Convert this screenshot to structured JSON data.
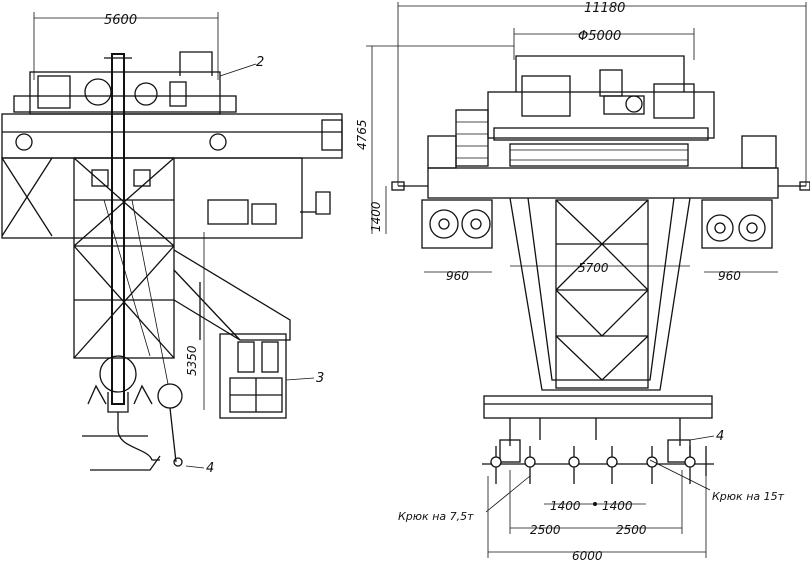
{
  "dimensions": {
    "left_width": "5600",
    "overall_length": "11180",
    "diameter": "Φ5000",
    "height_total": "4765",
    "height_lower": "1400",
    "wheel_left": "960",
    "wheel_right": "960",
    "inner_width": "5700",
    "lower_height": "5350",
    "hook_left": "1400",
    "hook_right": "1400",
    "hook2_left": "2500",
    "hook2_right": "2500",
    "base": "6000"
  },
  "labels": {
    "hook_small": "Крюк на 7,5т",
    "hook_large": "Крюк на 15т"
  },
  "callouts": {
    "c2": "2",
    "c3": "3",
    "c4_left": "4",
    "c4_right": "4"
  }
}
